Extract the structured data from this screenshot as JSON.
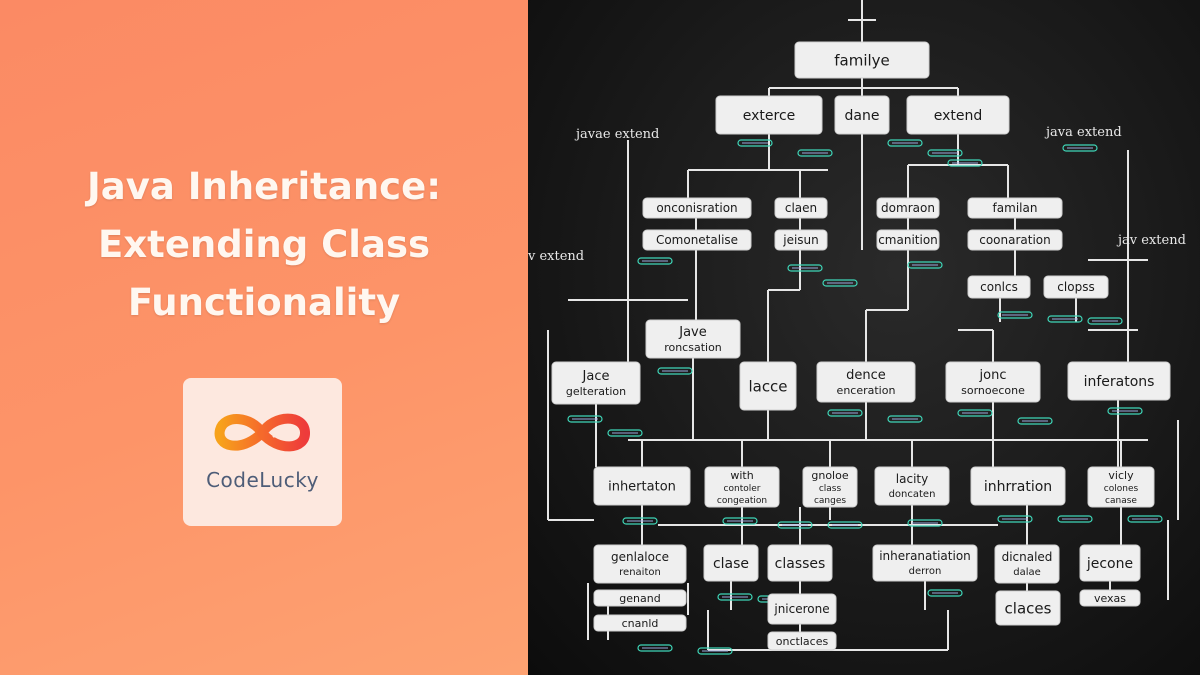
{
  "headline": {
    "line1": "Java Inheritance:",
    "line2": "Extending Class",
    "line3": "Functionality"
  },
  "brand": {
    "name": "CodeLucky",
    "logo_icon": "infinity-logo-icon",
    "colors": {
      "gradient_start": "#fb8a64",
      "gradient_end": "#fda272",
      "logo_orange": "#f7a21b",
      "logo_red": "#ee3b3b",
      "logo_text": "#4e5d78"
    }
  },
  "diagram": {
    "side_labels": [
      {
        "id": "l1",
        "text": "javae extend"
      },
      {
        "id": "l2",
        "text": "java extend"
      },
      {
        "id": "l3",
        "text": "jav extend"
      },
      {
        "id": "l4",
        "text": "v extend"
      }
    ],
    "nodes": [
      {
        "id": "familye",
        "lines": [
          "familye"
        ]
      },
      {
        "id": "exterce",
        "lines": [
          "exterce"
        ]
      },
      {
        "id": "dane",
        "lines": [
          "dane"
        ]
      },
      {
        "id": "extend",
        "lines": [
          "extend"
        ]
      },
      {
        "id": "onconisration",
        "lines": [
          "onconisration"
        ]
      },
      {
        "id": "comonetalise",
        "lines": [
          "Comonetalise"
        ]
      },
      {
        "id": "claen",
        "lines": [
          "claen"
        ]
      },
      {
        "id": "jeisun",
        "lines": [
          "jeisun"
        ]
      },
      {
        "id": "domraon",
        "lines": [
          "domraon"
        ]
      },
      {
        "id": "cmanition",
        "lines": [
          "cmanition"
        ]
      },
      {
        "id": "familan",
        "lines": [
          "familan"
        ]
      },
      {
        "id": "coonaration",
        "lines": [
          "coonaration"
        ]
      },
      {
        "id": "conlcs",
        "lines": [
          "conlcs"
        ]
      },
      {
        "id": "clopss",
        "lines": [
          "clopss"
        ]
      },
      {
        "id": "jave",
        "lines": [
          "Jave",
          "roncsation"
        ]
      },
      {
        "id": "jace",
        "lines": [
          "Jace",
          "gelteration"
        ]
      },
      {
        "id": "lacce",
        "lines": [
          "lacce"
        ]
      },
      {
        "id": "dence",
        "lines": [
          "dence",
          "enceration"
        ]
      },
      {
        "id": "jonc",
        "lines": [
          "jonc",
          "sornoecone"
        ]
      },
      {
        "id": "inferatons",
        "lines": [
          "inferatons"
        ]
      },
      {
        "id": "inhertaton",
        "lines": [
          "inhertaton"
        ]
      },
      {
        "id": "with",
        "lines": [
          "with",
          "contoler",
          "congeation"
        ]
      },
      {
        "id": "gnoloe",
        "lines": [
          "gnoloe",
          "class",
          "canges"
        ]
      },
      {
        "id": "lacity",
        "lines": [
          "lacity",
          "doncaten"
        ]
      },
      {
        "id": "inhrration",
        "lines": [
          "inhrration"
        ]
      },
      {
        "id": "vicly",
        "lines": [
          "vicly",
          "colones",
          "canase"
        ]
      },
      {
        "id": "genlaloce",
        "lines": [
          "genlaloce",
          "renaiton"
        ]
      },
      {
        "id": "clase",
        "lines": [
          "clase"
        ]
      },
      {
        "id": "classes1",
        "lines": [
          "classes"
        ]
      },
      {
        "id": "inhertanation",
        "lines": [
          "inheranatiation",
          "derron"
        ]
      },
      {
        "id": "dicnaled",
        "lines": [
          "dicnaled",
          "dalae"
        ]
      },
      {
        "id": "jecone",
        "lines": [
          "jecone"
        ]
      },
      {
        "id": "genand",
        "lines": [
          "genand"
        ]
      },
      {
        "id": "cnanld",
        "lines": [
          "cnanld"
        ]
      },
      {
        "id": "jnicerone",
        "lines": [
          "jnicerone"
        ]
      },
      {
        "id": "onctlaces",
        "lines": [
          "onctlaces"
        ]
      },
      {
        "id": "claces",
        "lines": [
          "claces"
        ]
      },
      {
        "id": "vexas",
        "lines": [
          "vexas"
        ]
      }
    ]
  }
}
